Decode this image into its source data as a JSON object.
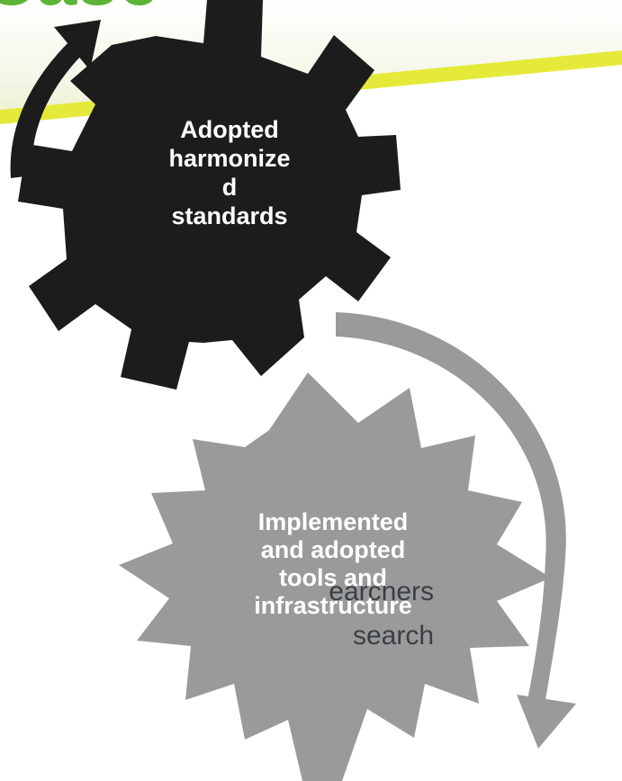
{
  "slide": {
    "title_fragment": "Case",
    "body_lines": [
      "earchers",
      "search"
    ]
  },
  "diagram": {
    "gears": [
      {
        "lines": [
          "Adopted",
          "harmonize",
          "d",
          "standards"
        ]
      },
      {
        "lines": [
          "Implemented",
          "and adopted",
          "tools and",
          "infrastructure"
        ]
      }
    ],
    "colors": {
      "title_green": "#5cb536",
      "band_yellow": "#e5ea3a",
      "gear_dark": "#1c1c1c",
      "gear_gray": "#9a9a9a",
      "arrow_dark": "#1c1c1c",
      "arrow_gray": "#9a9a9a",
      "body_text": "#3a3f45"
    }
  }
}
